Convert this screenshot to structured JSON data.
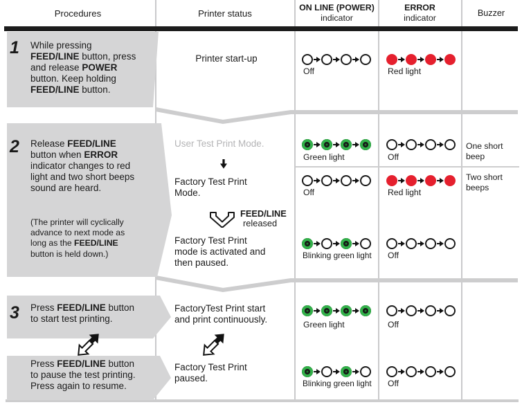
{
  "header": {
    "procedures": "Procedures",
    "printer_status": "Printer status",
    "online_title": "ON LINE (POWER)",
    "online_sub": "indicator",
    "error_title": "ERROR",
    "error_sub": "indicator",
    "buzzer": "Buzzer"
  },
  "step1": {
    "num": "1",
    "lines": [
      [
        "While pressing"
      ],
      [
        {
          "b": "FEED/LINE"
        },
        " button, press"
      ],
      [
        "and release ",
        {
          "b": "POWER"
        }
      ],
      [
        "button. Keep holding"
      ],
      [
        {
          "b": "FEED/LINE"
        },
        " button."
      ]
    ],
    "status": "Printer start-up"
  },
  "step2": {
    "num": "2",
    "lines": [
      [
        "Release ",
        {
          "b": "FEED/LINE"
        }
      ],
      [
        "button when ",
        {
          "b": "ERROR"
        }
      ],
      [
        "indicator changes to red"
      ],
      [
        "light and two short beeps"
      ],
      [
        "sound are heard."
      ]
    ],
    "note": [
      [
        "(The printer will cyclically"
      ],
      [
        "advance to next mode as"
      ],
      [
        "long as the ",
        {
          "b": "FEED/LINE"
        }
      ],
      [
        "button is held down.)"
      ]
    ],
    "status_user": "User Test Print Mode.",
    "status_factory": [
      [
        "Factory Test Print"
      ],
      [
        "Mode."
      ]
    ],
    "feed_released_bold": "FEED/LINE",
    "feed_released_rest": "released",
    "status_activated": [
      [
        "Factory Test Print"
      ],
      [
        "mode is activated and"
      ],
      [
        "then paused."
      ]
    ]
  },
  "step3": {
    "num": "3",
    "lines_start": [
      [
        "Press ",
        {
          "b": "FEED/LINE"
        },
        " button"
      ],
      [
        "to start test printing."
      ]
    ],
    "lines_pause": [
      [
        "Press ",
        {
          "b": "FEED/LINE"
        },
        " button"
      ],
      [
        "to pause the test printing."
      ],
      [
        "Press again to resume."
      ]
    ],
    "status_start": [
      [
        "FactoryTest Print start"
      ],
      [
        "and print continuously."
      ]
    ],
    "status_paused": [
      [
        "Factory Test Print"
      ],
      [
        "paused."
      ]
    ]
  },
  "leds": {
    "r1_online": {
      "pattern": [
        "off",
        "off",
        "off",
        "off"
      ],
      "label": "Off"
    },
    "r1_error": {
      "pattern": [
        "red",
        "red",
        "red",
        "red"
      ],
      "label": "Red light"
    },
    "r2a_online": {
      "pattern": [
        "green",
        "green",
        "green",
        "green"
      ],
      "label": "Green light"
    },
    "r2a_error": {
      "pattern": [
        "off",
        "off",
        "off",
        "off"
      ],
      "label": "Off"
    },
    "r2a_buzzer": [
      [
        "One short"
      ],
      [
        "beep"
      ]
    ],
    "r2b_online": {
      "pattern": [
        "off",
        "off",
        "off",
        "off"
      ],
      "label": "Off"
    },
    "r2b_error": {
      "pattern": [
        "red",
        "red",
        "red",
        "red"
      ],
      "label": "Red light"
    },
    "r2b_buzzer": [
      [
        "Two short"
      ],
      [
        "beeps"
      ]
    ],
    "r2c_online": {
      "pattern": [
        "green",
        "off",
        "green",
        "off"
      ],
      "label": "Blinking green light"
    },
    "r2c_error": {
      "pattern": [
        "off",
        "off",
        "off",
        "off"
      ],
      "label": "Off"
    },
    "r3a_online": {
      "pattern": [
        "green",
        "green",
        "green",
        "green"
      ],
      "label": "Green light"
    },
    "r3a_error": {
      "pattern": [
        "off",
        "off",
        "off",
        "off"
      ],
      "label": "Off"
    },
    "r3b_online": {
      "pattern": [
        "green",
        "off",
        "green",
        "off"
      ],
      "label": "Blinking green light"
    },
    "r3b_error": {
      "pattern": [
        "off",
        "off",
        "off",
        "off"
      ],
      "label": "Off"
    }
  },
  "colors": {
    "led_green": "#33b04a",
    "led_red": "#e5202e",
    "procedure_box_gray": "#d5d5d6",
    "separator_gray": "#cdcdce"
  }
}
